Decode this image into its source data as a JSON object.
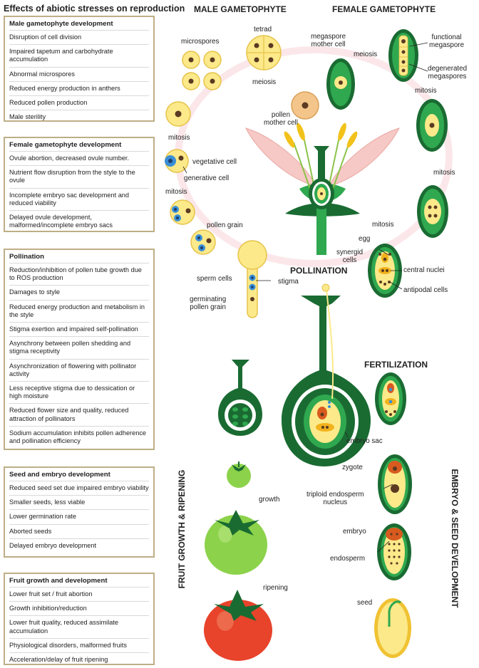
{
  "title": "Effects of abiotic stresses on reproduction",
  "boxes": [
    {
      "title": "Male gametophyte development",
      "items": [
        "Disruption of cell division",
        "Impaired tapetum  and carbohydrate accumulation",
        "Abnormal microspores",
        "Reduced energy production in anthers",
        "Reduced pollen production",
        "Male sterility"
      ]
    },
    {
      "title": "Female gametophyte development",
      "items": [
        "Ovule abortion, decreased ovule number.",
        "Nutrient flow disruption from the style to the ovule",
        "Incomplete embryo sac development and reduced viability",
        "Delayed ovule development, malformed/incomplete embryo sacs"
      ]
    },
    {
      "title": "Pollination",
      "items": [
        "Reduction/inhibition of pollen tube growth due to ROS production",
        "Damages to style",
        "Reduced energy production and metabolism in the style",
        "Stigma exertion and impaired self-pollination",
        "Asynchrony between pollen shedding and stigma receptivity",
        "Asynchronization of flowering with pollinator activity",
        "Less receptive stigma due to dessication or high moisture",
        "Reduced flower size and quality, reduced attraction of pollinators",
        "Sodium accumulation inhibits pollen adherence and pollination efficiency"
      ]
    },
    {
      "title": "Seed and embryo development",
      "items": [
        "Reduced seed set due impaired embryo viability",
        "Smaller seeds, less viable",
        "Lower germination rate",
        "Aborted seeds",
        "Delayed embryo development"
      ]
    },
    {
      "title": "Fruit growth and development",
      "items": [
        "Lower fruit set / fruit abortion",
        "Growth inhibition/reduction",
        "Lower fruit quality, reduced assimilate accumulation",
        "Physiological disorders, malformed fruits",
        "Acceleration/delay of fruit ripening"
      ]
    }
  ],
  "headings": {
    "male": "MALE GAMETOPHYTE",
    "female": "FEMALE GAMETOPHYTE",
    "pollination": "POLLINATION",
    "fertilization": "FERTILIZATION",
    "fruit": "FRUIT GROWTH & RIPENING",
    "embryo": "EMBRYO & SEED DEVELOPMENT"
  },
  "labels": {
    "microspores": "microspores",
    "tetrad": "tetrad",
    "meiosis_male": "meiosis",
    "pollen_mother_cell": "pollen\nmother cell",
    "mitosis_1": "mitosis",
    "vegetative_cell": "vegetative cell",
    "generative_cell": "generative cell",
    "mitosis_2": "mitosis",
    "pollen_grain": "pollen grain",
    "sperm_cells": "sperm cells",
    "germinating_pollen_grain": "germinating\npollen grain",
    "megaspore_mother_cell": "megaspore\nmother cell",
    "meiosis_female": "meiosis",
    "functional_megaspore": "functional\nmegaspore",
    "degenerated_megaspores": "degenerated\nmegaspores",
    "mitosis_f1": "mitosis",
    "mitosis_f2": "mitosis",
    "mitosis_f3": "mitosis",
    "egg": "egg",
    "synergid_cells": "synergid\ncells",
    "central_nuclei": "central nuclei",
    "antipodal_cells": "antipodal cells",
    "stigma": "stigma",
    "embryo_sac": "embryo sac",
    "zygote": "zygote",
    "triploid_endosperm": "triploid endosperm\nnucleus",
    "embryo": "embryo",
    "endosperm": "endosperm",
    "seed": "seed",
    "growth": "growth",
    "ripening": "ripening"
  },
  "colors": {
    "box_border": "#bfae86",
    "dark_green": "#1a6b32",
    "green": "#2fa84f",
    "pollen_yellow": "#fce98a",
    "nucleus_brown": "#5a3a22",
    "tomato_red": "#e8432b",
    "tomato_green": "#8cd24a",
    "petal_pink": "#f7c9c6"
  }
}
